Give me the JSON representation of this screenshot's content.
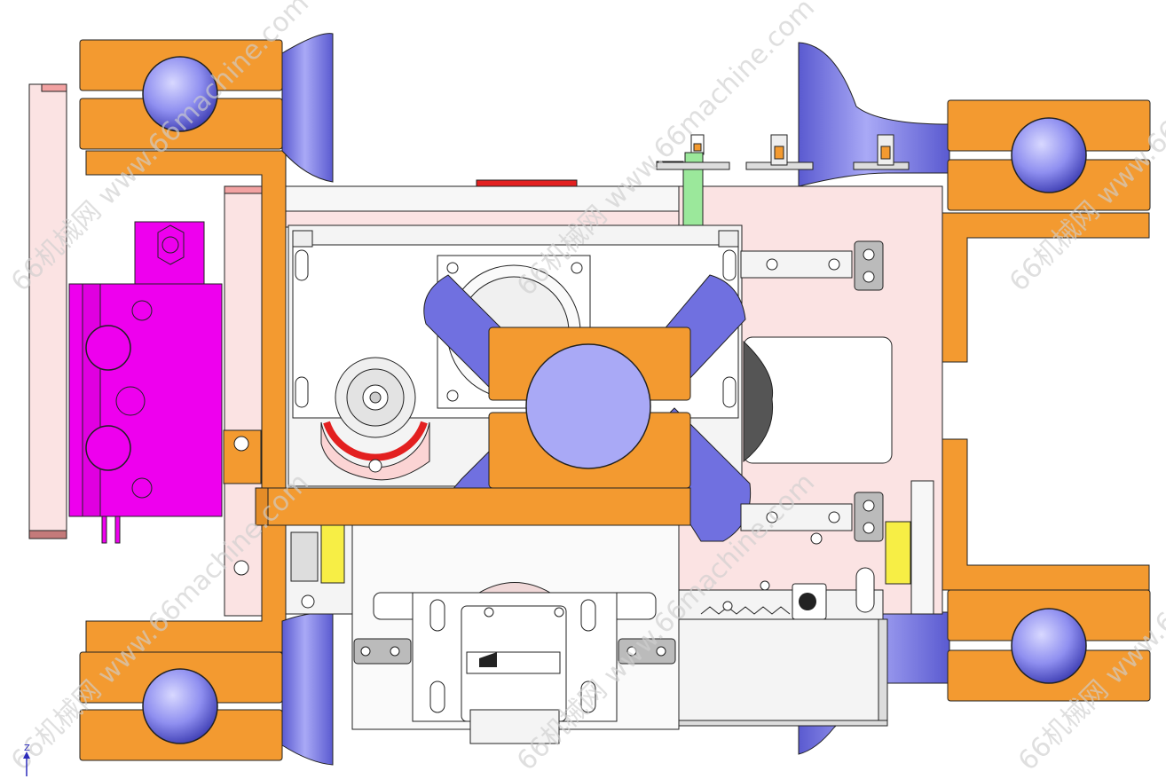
{
  "colors": {
    "clamp_orange": "#f39a30",
    "cylinder_blue": "#8f8ff0",
    "cylinder_dark": "#6565d8",
    "valve_magenta": "#ee00ee",
    "plate_pink": "#fbe3e3",
    "panel_grey": "#f4f4f4",
    "accent_red": "#e32020",
    "accent_green": "#9be89b",
    "accent_yellow": "#f7ee45",
    "line": "#222222"
  },
  "watermarks": [
    "66机械网 www.66machine.com",
    "66机械网 www.66machine.com",
    "66机械网 www.66machine.com",
    "66机械网 www.66machine.com",
    "66机械网 www.66machine.com",
    "66机械网 www.66machine.com"
  ],
  "axis_indicator": {
    "label": "Z"
  }
}
